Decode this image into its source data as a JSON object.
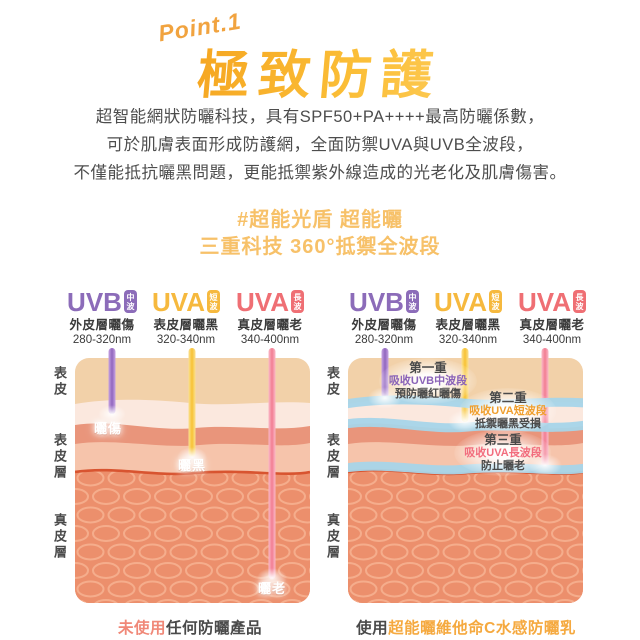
{
  "point_label": "Point.1",
  "title": "極致防護",
  "intro": {
    "line1": "超智能網狀防曬科技，具有SPF50+PA++++最高防曬係數，",
    "line2": "可於肌膚表面形成防護網，全面防禦UVA與UVB全波段，",
    "line3": "不僅能抵抗曬黑問題，更能抵禦紫外線造成的光老化及肌膚傷害。"
  },
  "slogan": {
    "line1": "#超能光盾 超能曬",
    "line2": "三重科技 360°抵禦全波段"
  },
  "uv_headers": [
    {
      "name": "UVB",
      "badge": "中波",
      "label": "外皮層曬傷",
      "range": "280-320nm",
      "color": "#8C6CB9"
    },
    {
      "name": "UVA",
      "badge": "短波",
      "label": "表皮層曬黑",
      "range": "320-340nm",
      "color": "#F6B93E"
    },
    {
      "name": "UVA",
      "badge": "長波",
      "label": "真皮層曬老",
      "range": "340-400nm",
      "color": "#EF6F74"
    }
  ],
  "skin_labels": [
    "表皮",
    "表皮層",
    "真皮層"
  ],
  "left_diagram": {
    "damage_labels": [
      "曬傷",
      "曬黑",
      "曬老"
    ],
    "caption_highlight": "未使用",
    "caption_rest": "任何防曬產品"
  },
  "right_diagram": {
    "layers": [
      {
        "title": "第一重",
        "absorb": "吸收UVB中波段",
        "effect": "預防曬紅曬傷",
        "color": "#8A63B8"
      },
      {
        "title": "第二重",
        "absorb": "吸收UVA短波段",
        "effect": "抵禦曬黑受損",
        "color": "#F09F2E"
      },
      {
        "title": "第三重",
        "absorb": "吸收UVA長波段",
        "effect": "防止曬老",
        "color": "#F26D7E"
      }
    ],
    "caption_prefix": "使用",
    "caption_highlight": "超能曬維他命C水感防曬乳"
  },
  "colors": {
    "title_gradient_start": "#F19310",
    "title_gradient_end": "#FFD773",
    "slogan": "#F7C169",
    "body_text": "#4D4D4D",
    "skin_tan": "#F2D1A9",
    "skin_pink": "#FBE8DE",
    "skin_salmon_band": "#E9957B",
    "skin_light_salmon": "#F6C4AB",
    "dermis": "#EC8F6C",
    "dermis_line": "#D85430",
    "shield_blue": "#A7D5E9",
    "ray_uvb": "#9166BE",
    "ray_uva_short": "#F7C234",
    "ray_uva_long": "#F27D92"
  }
}
